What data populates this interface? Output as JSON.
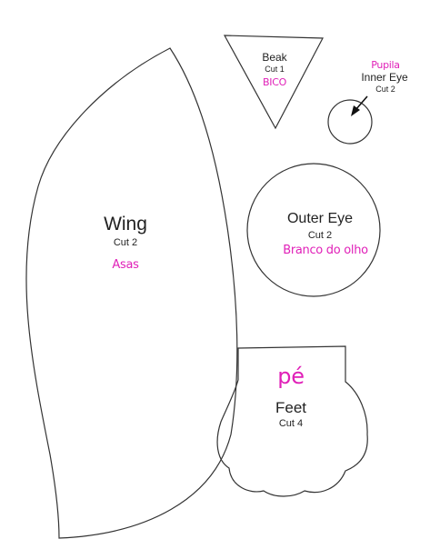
{
  "colors": {
    "english_label": "#222222",
    "portuguese_label": "#e020b8",
    "outline": "#333333"
  },
  "pieces": {
    "wing": {
      "name": "Wing",
      "cut": "Cut 2",
      "portuguese": "Asas"
    },
    "beak": {
      "name": "Beak",
      "cut": "Cut 1",
      "portuguese": "BICO"
    },
    "inner_eye": {
      "name": "Inner Eye",
      "cut": "Cut 2",
      "portuguese": "Pupila"
    },
    "outer_eye": {
      "name": "Outer Eye",
      "cut": "Cut 2",
      "portuguese": "Branco do olho"
    },
    "feet": {
      "name": "Feet",
      "cut": "Cut 4",
      "portuguese": "pé"
    }
  }
}
